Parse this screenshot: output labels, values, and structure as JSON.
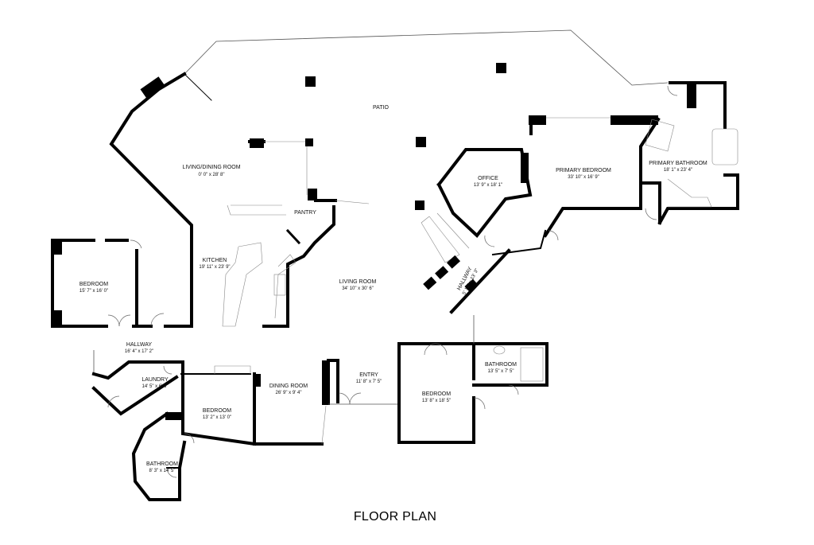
{
  "title": "FLOOR PLAN",
  "rooms": {
    "patio": {
      "name": "PATIO",
      "dims": ""
    },
    "living_dining": {
      "name": "LIVING/DINING ROOM",
      "dims": "0' 0\" x 28' 8\""
    },
    "pantry": {
      "name": "PANTRY",
      "dims": ""
    },
    "kitchen": {
      "name": "KITCHEN",
      "dims": "19' 11\" x 23' 9\""
    },
    "living_room": {
      "name": "LIVING ROOM",
      "dims": "34' 10\" x 30' 6\""
    },
    "bedroom_west": {
      "name": "BEDROOM",
      "dims": "15' 7\" x 16' 0\""
    },
    "hallway_west": {
      "name": "HALLWAY",
      "dims": "16' 4\" x 17' 2\""
    },
    "laundry": {
      "name": "LAUNDRY",
      "dims": "14' 5\" x 6' 6\""
    },
    "bedroom_south": {
      "name": "BEDROOM",
      "dims": "13' 2\" x 13' 0\""
    },
    "bathroom_sw": {
      "name": "BATHROOM",
      "dims": "8' 3\" x 14' 5\""
    },
    "dining_room": {
      "name": "DINING ROOM",
      "dims": "26' 9\" x 9' 4\""
    },
    "entry": {
      "name": "ENTRY",
      "dims": "11' 8\" x 7' 5\""
    },
    "bedroom_east": {
      "name": "BEDROOM",
      "dims": "13' 8\" x 18' 5\""
    },
    "bathroom_east": {
      "name": "BATHROOM",
      "dims": "13' 5\" x 7' 5\""
    },
    "office": {
      "name": "OFFICE",
      "dims": "13' 9\" x 18' 1\""
    },
    "primary_bedroom": {
      "name": "PRIMARY BEDROOM",
      "dims": "33' 10\" x 16' 9\""
    },
    "primary_bathroom": {
      "name": "PRIMARY BATHROOM",
      "dims": "18' 1\" x 23' 4\""
    },
    "hallway_east": {
      "name": "HALLWAY",
      "dims": "5' 10\" x 13' 3\""
    }
  }
}
